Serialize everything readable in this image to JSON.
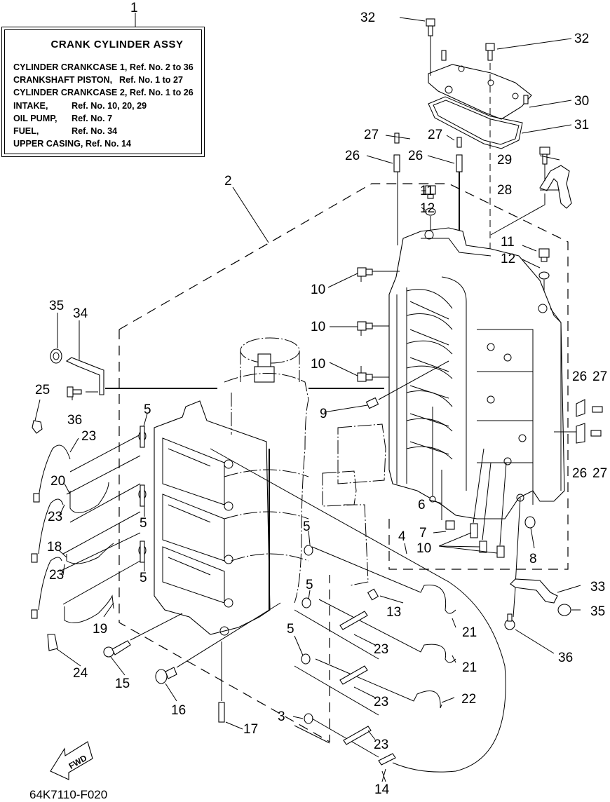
{
  "diagram": {
    "title": "CRANK CYLINDER ASSY",
    "drawing_code": "64K7110-F020",
    "direction_marker": {
      "label": "FWD",
      "icon": "forward-arrow-icon"
    },
    "legend": {
      "ref_number": "1",
      "title": "CRANK CYLINDER ASSY",
      "rows": [
        {
          "name": "CYLINDER CRANKCASE 1,",
          "ref": "Ref. No. 2 to 36"
        },
        {
          "name": "CRANKSHAFT PISTON,",
          "ref": "Ref. No. 1 to 27"
        },
        {
          "name": "CYLINDER CRANKCASE 2,",
          "ref": "Ref. No. 1 to 26"
        },
        {
          "name": "INTAKE,",
          "ref": "Ref. No. 10, 20, 29"
        },
        {
          "name": "OIL PUMP,",
          "ref": "Ref. No. 7"
        },
        {
          "name": "FUEL,",
          "ref": "Ref. No. 34"
        },
        {
          "name": "UPPER CASING,",
          "ref": "Ref. No. 14"
        }
      ]
    },
    "callouts": [
      {
        "id": "c1",
        "label": "1"
      },
      {
        "id": "c2",
        "label": "2"
      },
      {
        "id": "c3",
        "label": "3"
      },
      {
        "id": "c4",
        "label": "4"
      },
      {
        "id": "c5a",
        "label": "5"
      },
      {
        "id": "c5b",
        "label": "5"
      },
      {
        "id": "c5c",
        "label": "5"
      },
      {
        "id": "c5d",
        "label": "5"
      },
      {
        "id": "c5e",
        "label": "5"
      },
      {
        "id": "c5f",
        "label": "5"
      },
      {
        "id": "c6",
        "label": "6"
      },
      {
        "id": "c7",
        "label": "7"
      },
      {
        "id": "c8",
        "label": "8"
      },
      {
        "id": "c9",
        "label": "9"
      },
      {
        "id": "c10a",
        "label": "10"
      },
      {
        "id": "c10b",
        "label": "10"
      },
      {
        "id": "c10c",
        "label": "10"
      },
      {
        "id": "c10d",
        "label": "10"
      },
      {
        "id": "c11a",
        "label": "11"
      },
      {
        "id": "c11b",
        "label": "11"
      },
      {
        "id": "c12a",
        "label": "12"
      },
      {
        "id": "c12b",
        "label": "12"
      },
      {
        "id": "c13",
        "label": "13"
      },
      {
        "id": "c14",
        "label": "14"
      },
      {
        "id": "c15",
        "label": "15"
      },
      {
        "id": "c16",
        "label": "16"
      },
      {
        "id": "c17",
        "label": "17"
      },
      {
        "id": "c18",
        "label": "18"
      },
      {
        "id": "c19",
        "label": "19"
      },
      {
        "id": "c20",
        "label": "20"
      },
      {
        "id": "c21a",
        "label": "21"
      },
      {
        "id": "c21b",
        "label": "21"
      },
      {
        "id": "c22",
        "label": "22"
      },
      {
        "id": "c23a",
        "label": "23"
      },
      {
        "id": "c23b",
        "label": "23"
      },
      {
        "id": "c23c",
        "label": "23"
      },
      {
        "id": "c23d",
        "label": "23"
      },
      {
        "id": "c23e",
        "label": "23"
      },
      {
        "id": "c23f",
        "label": "23"
      },
      {
        "id": "c24",
        "label": "24"
      },
      {
        "id": "c25",
        "label": "25"
      },
      {
        "id": "c26a",
        "label": "26"
      },
      {
        "id": "c26b",
        "label": "26"
      },
      {
        "id": "c26c",
        "label": "26"
      },
      {
        "id": "c26d",
        "label": "26"
      },
      {
        "id": "c27a",
        "label": "27"
      },
      {
        "id": "c27b",
        "label": "27"
      },
      {
        "id": "c27c",
        "label": "27"
      },
      {
        "id": "c27d",
        "label": "27"
      },
      {
        "id": "c28",
        "label": "28"
      },
      {
        "id": "c29",
        "label": "29"
      },
      {
        "id": "c30",
        "label": "30"
      },
      {
        "id": "c31",
        "label": "31"
      },
      {
        "id": "c32a",
        "label": "32"
      },
      {
        "id": "c32b",
        "label": "32"
      },
      {
        "id": "c33",
        "label": "33"
      },
      {
        "id": "c34",
        "label": "34"
      },
      {
        "id": "c35a",
        "label": "35"
      },
      {
        "id": "c35b",
        "label": "35"
      },
      {
        "id": "c36a",
        "label": "36"
      },
      {
        "id": "c36b",
        "label": "36"
      }
    ]
  }
}
